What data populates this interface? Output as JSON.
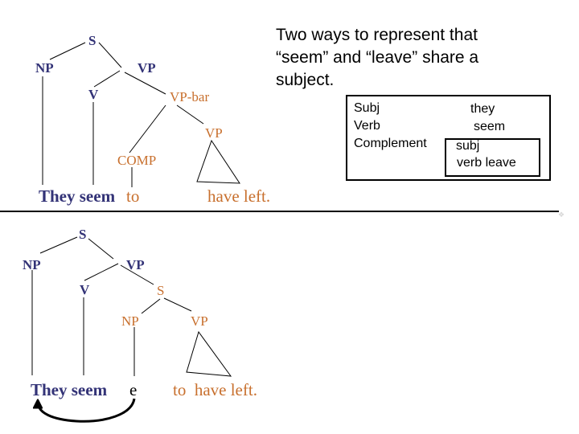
{
  "colors": {
    "navy": "#333377",
    "orange": "#c8702e"
  },
  "title": {
    "text": "Two ways to represent that\n“seem” and “leave” share a\nsubject."
  },
  "top_tree": {
    "s": "S",
    "np": "NP",
    "vp": "VP",
    "v": "V",
    "vp_bar": "VP-bar",
    "vp_inner": "VP",
    "comp": "COMP",
    "sentence": {
      "subject_verb": "They seem",
      "to": "to",
      "rest": "have left."
    }
  },
  "mapping_box": {
    "rows": [
      {
        "label": "Subj",
        "value": "they"
      },
      {
        "label": "Verb",
        "value": "seem"
      },
      {
        "label": "Complement"
      }
    ],
    "embedded": {
      "subj": "subj",
      "verb": "verb leave"
    }
  },
  "bottom_tree": {
    "s": "S",
    "np": "NP",
    "vp": "VP",
    "v": "V",
    "s_lower": "S",
    "np_lower": "NP",
    "vp_lower": "VP",
    "sentence": {
      "subject_verb": "They seem",
      "trace": "e",
      "rest": "to  have left."
    }
  },
  "watermark": {
    "glyph": "❖"
  }
}
